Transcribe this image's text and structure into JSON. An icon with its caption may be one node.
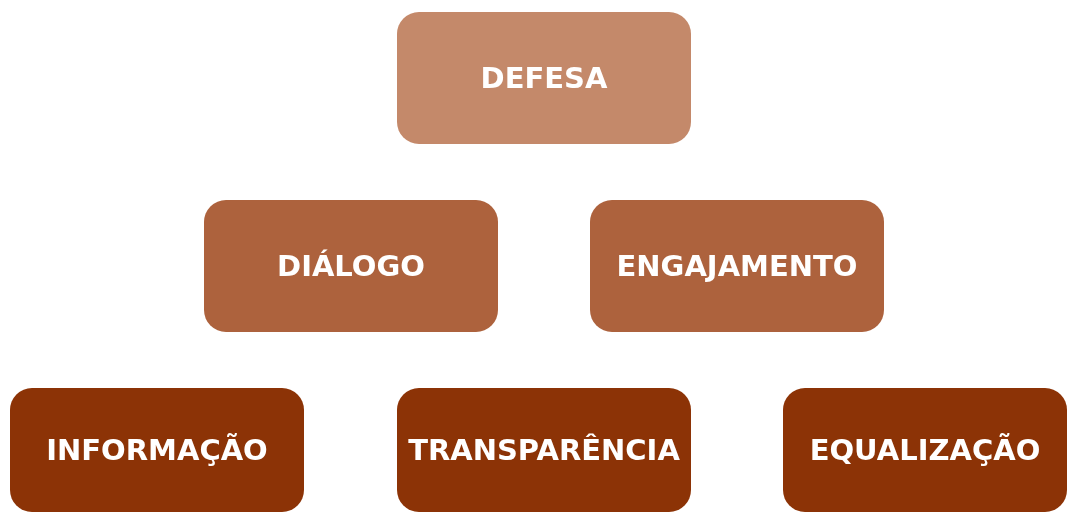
{
  "diagram": {
    "nodes": [
      {
        "text": [
          "DEFESA"
        ]
      },
      {
        "text": [
          "DIÁLOGO"
        ]
      },
      {
        "text": [
          "ENGAJAMENTO"
        ]
      },
      {
        "text": [
          "INFORMAÇÃO"
        ]
      },
      {
        "text": [
          "TRANSPARÊNCIA"
        ]
      },
      {
        "text": [
          "EQUALIZAÇÃO"
        ]
      }
    ]
  }
}
